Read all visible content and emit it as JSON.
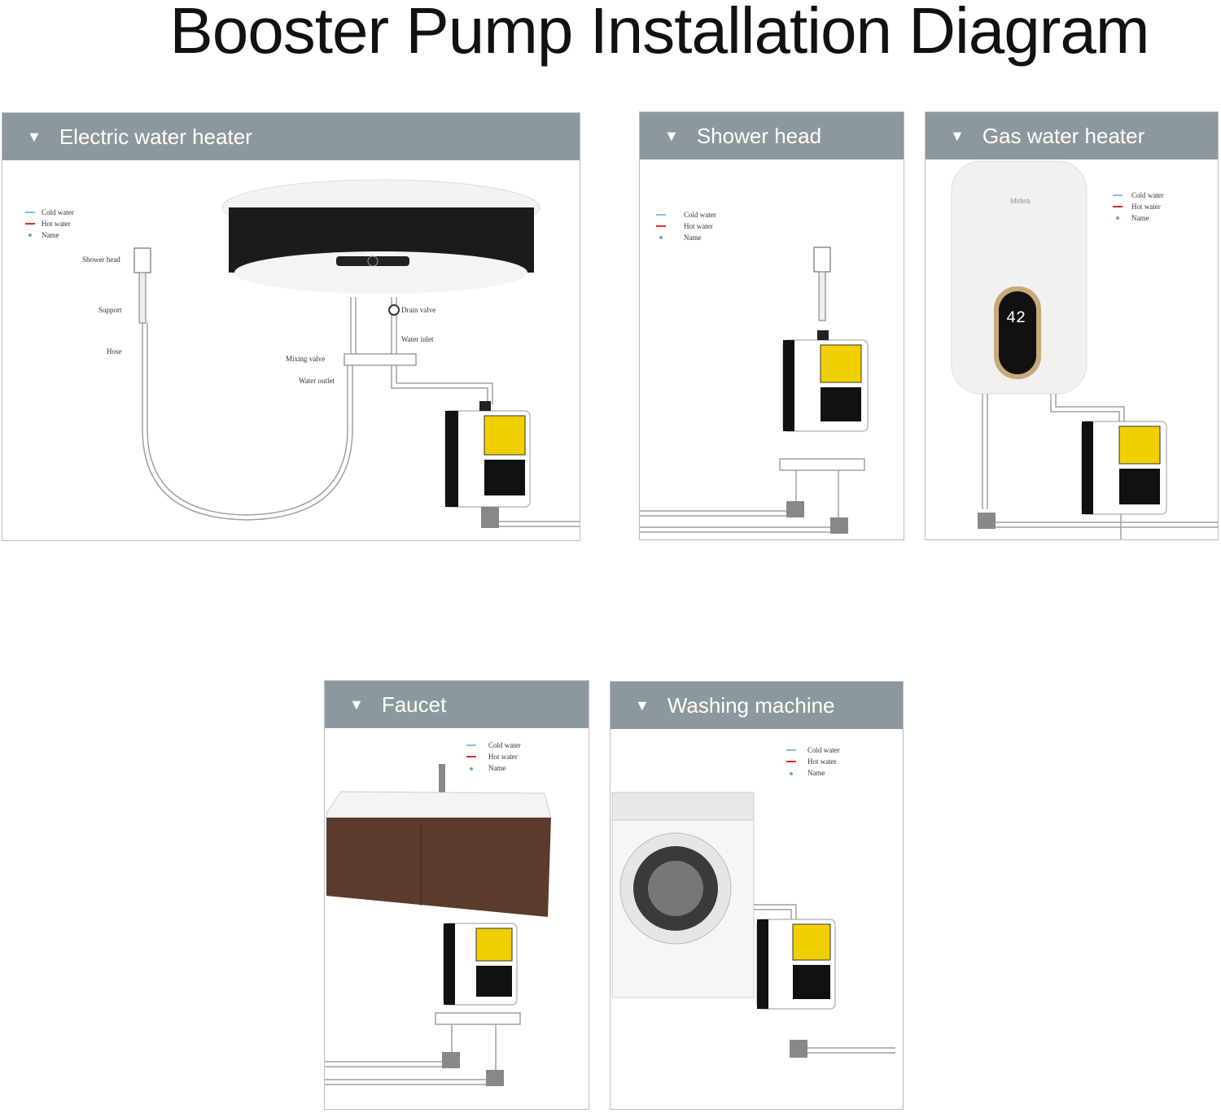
{
  "title": "Booster Pump Installation Diagram",
  "legend": {
    "cold": "Cold water",
    "hot": "Hot water",
    "name": "Name"
  },
  "colors": {
    "header": "#8d979e",
    "cold": "#6aa6d8",
    "hot": "#e0282a",
    "pipe": "#9aa2a8"
  },
  "panels": {
    "electric": {
      "label": "Electric water heater",
      "labels": {
        "shower_head": "Shower head",
        "support": "Support",
        "hose": "Hose",
        "drain_valve": "Drain valve",
        "water_inlet": "Water inlet",
        "mixing_valve": "Mixing valve",
        "water_outlet": "Water outlet"
      }
    },
    "shower": {
      "label": "Shower head"
    },
    "gas": {
      "label": "Gas water heater",
      "brand": "Midea",
      "display": "42"
    },
    "faucet": {
      "label": "Faucet"
    },
    "washing": {
      "label": "Washing machine"
    }
  }
}
